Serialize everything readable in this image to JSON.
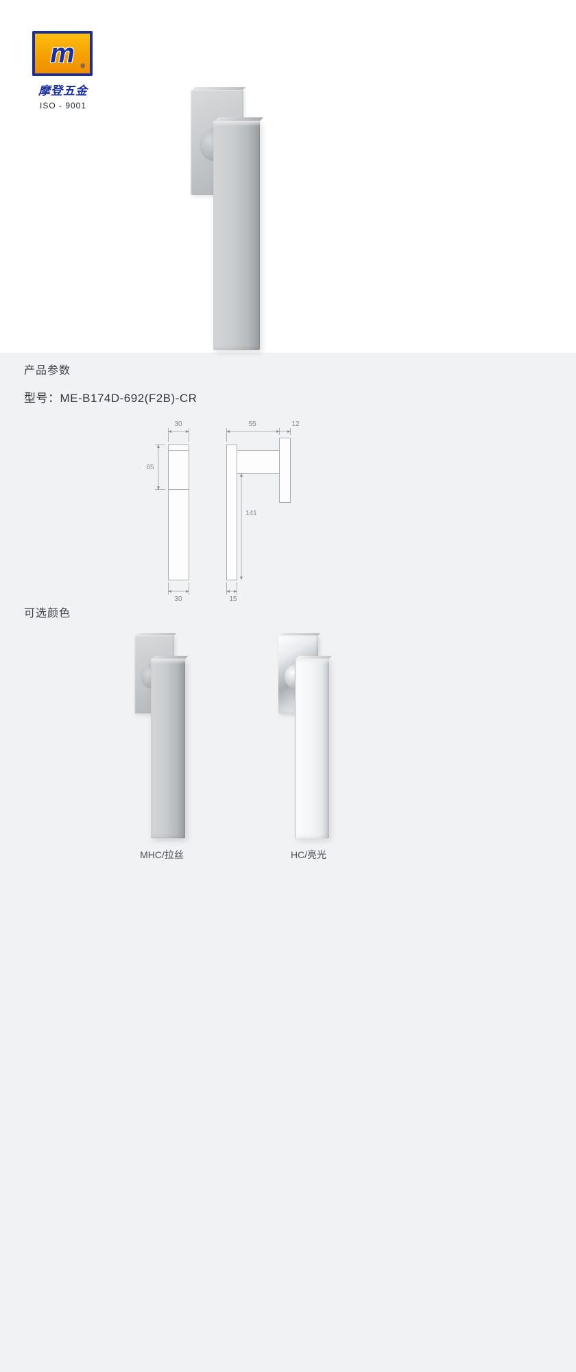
{
  "brand": {
    "logo_letter": "m",
    "registered": "®",
    "name": "摩登五金",
    "iso": "ISO - 9001"
  },
  "product_params": {
    "section_title": "产品参数",
    "model_label": "型号：",
    "model_value": "ME-B174D-692(F2B)-CR"
  },
  "diagram": {
    "front": {
      "top_width": "30",
      "plate_height": "65",
      "bottom_width": "30"
    },
    "side": {
      "neck_length": "55",
      "plate_thickness": "12",
      "lever_length": "141",
      "grip_thickness": "15"
    }
  },
  "color_options": {
    "section_title": "可选颜色",
    "items": [
      {
        "label": "MHC/拉丝"
      },
      {
        "label": "HC/亮光"
      }
    ]
  },
  "colors": {
    "logo_blue": "#1b2f9b",
    "logo_orange": "#f5a100",
    "section_bg": "#f1f2f4",
    "handle_gray": "#c6c9cb",
    "handle_chrome": "#f2f4f5",
    "dim_line": "#9aa0a4"
  }
}
